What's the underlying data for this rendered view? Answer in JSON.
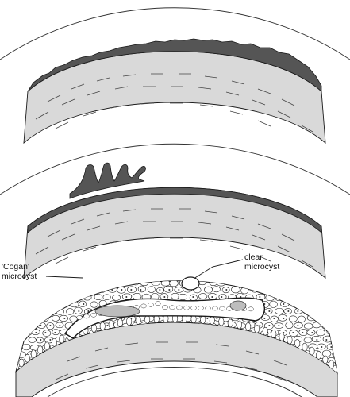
{
  "labels": {
    "cogan_line1": "'Cogan'",
    "cogan_line2": "microcyst",
    "clear_line1": "clear",
    "clear_line2": "microcyst"
  },
  "colors": {
    "stroma": "#d9d9d9",
    "basement_membrane": "#555555",
    "outline": "#1a1a1a",
    "cell_fill": "#ffffff",
    "cyst_fill": "#c8c8c8"
  }
}
